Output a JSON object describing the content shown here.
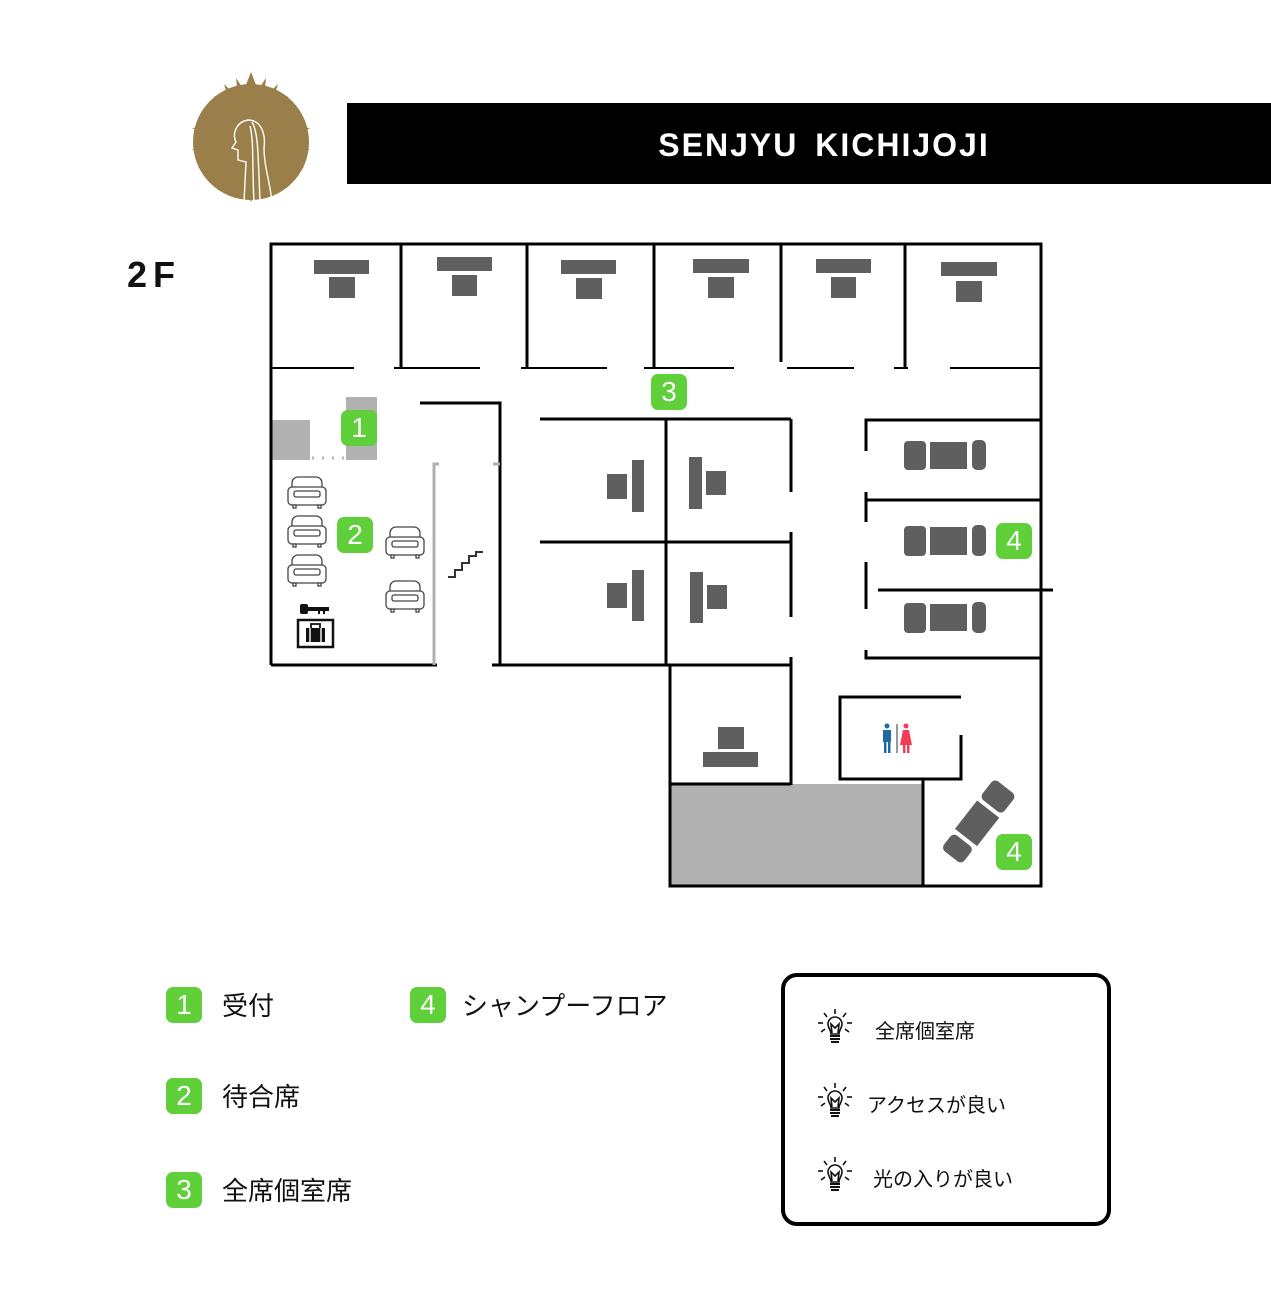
{
  "header": {
    "logo": "golden-senju-kannon-emblem",
    "title": "SENJYU  KICHIJOJI"
  },
  "floor": {
    "label": "2F"
  },
  "colors": {
    "badge_green": "#5fcf3a",
    "furniture_gray": "#5f5f5f",
    "block_gray": "#b1b1b1",
    "wall": "#000000",
    "male_icon": "#1f6aa5",
    "female_icon": "#f03c55",
    "logo_gold": "#9a7f4a"
  },
  "plan_markers": [
    {
      "number": "1",
      "meaning": "受付"
    },
    {
      "number": "2",
      "meaning": "待合席"
    },
    {
      "number": "3",
      "meaning": "全席個室席"
    },
    {
      "number": "4",
      "meaning": "シャンプーフロア"
    },
    {
      "number": "4",
      "meaning": "シャンプーフロア"
    }
  ],
  "plan_icons": [
    "sofa-icon",
    "key-icon",
    "luggage-locker-icon",
    "stairs-icon",
    "restroom-icon",
    "shampoo-chair-icon",
    "styling-chair-icon"
  ],
  "legend": [
    {
      "number": "1",
      "label": "受付"
    },
    {
      "number": "2",
      "label": "待合席"
    },
    {
      "number": "3",
      "label": "全席個室席"
    },
    {
      "number": "4",
      "label": "シャンプーフロア"
    }
  ],
  "features": [
    {
      "icon": "lightbulb-icon",
      "label": "全席個室席"
    },
    {
      "icon": "lightbulb-icon",
      "label": "アクセスが良い"
    },
    {
      "icon": "lightbulb-icon",
      "label": "光の入りが良い"
    }
  ]
}
